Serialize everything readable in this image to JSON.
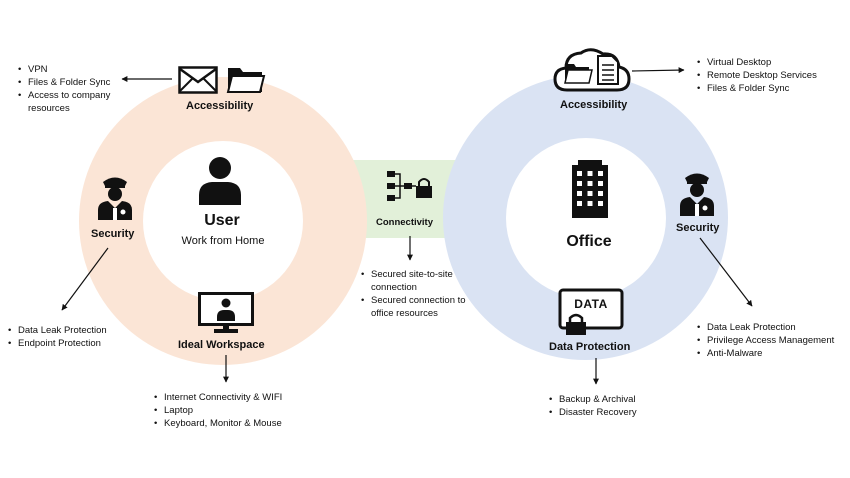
{
  "home": {
    "title": "User",
    "subtitle": "Work from Home",
    "accessibility": {
      "label": "Accessibility",
      "items": [
        "VPN",
        "Files & Folder Sync",
        "Access to company resources"
      ]
    },
    "security": {
      "label": "Security",
      "items": [
        "Data Leak Protection",
        "Endpoint Protection"
      ]
    },
    "workspace": {
      "label": "Ideal Workspace",
      "items": [
        "Internet Connectivity & WIFI",
        "Laptop",
        "Keyboard, Monitor & Mouse"
      ]
    }
  },
  "connectivity": {
    "label": "Connectivity",
    "items": [
      "Secured site-to-site connection",
      "Secured connection to office resources"
    ]
  },
  "office": {
    "title": "Office",
    "accessibility": {
      "label": "Accessibility",
      "items": [
        "Virtual Desktop",
        "Remote Desktop Services",
        "Files & Folder Sync"
      ]
    },
    "security": {
      "label": "Security",
      "items": [
        "Data Leak Protection",
        "Privilege Access Management",
        "Anti-Malware"
      ]
    },
    "data_protection": {
      "label": "Data Protection",
      "badge": "DATA",
      "items": [
        "Backup & Archival",
        "Disaster Recovery"
      ]
    }
  },
  "colors": {
    "home_ring": "#FBE5D6",
    "office_ring": "#DAE3F3",
    "connector": "#E2F0D9",
    "icon": "#111111"
  },
  "icons": [
    "envelope-icon",
    "folder-icon",
    "guard-icon",
    "user-icon",
    "monitor-user-icon",
    "network-lock-icon",
    "cloud-files-icon",
    "building-icon",
    "data-lock-icon"
  ]
}
